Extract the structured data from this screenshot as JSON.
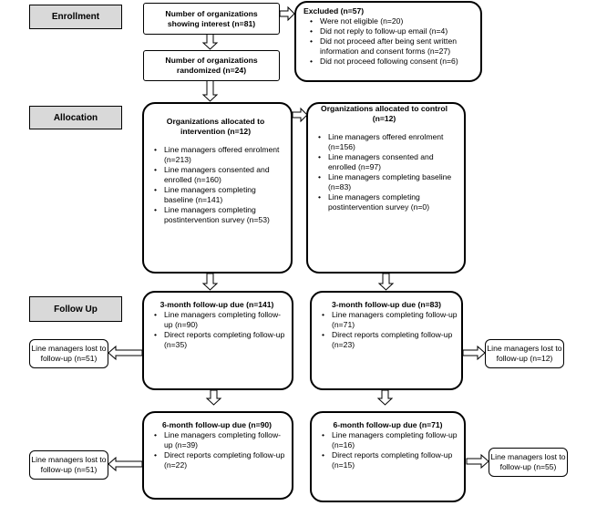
{
  "stages": {
    "enrollment": "Enrollment",
    "allocation": "Allocation",
    "follow_up": "Follow Up"
  },
  "enrollment": {
    "showing_interest": "Number of organizations showing interest (n=81)",
    "randomized": "Number of organizations randomized (n=24)",
    "excluded": {
      "title": "Excluded (n=57)",
      "items": [
        "Were not eligible (n=20)",
        "Did not reply to follow-up email (n=4)",
        "Did not proceed after being sent written information and consent forms (n=27)",
        "Did not proceed following consent (n=6)"
      ]
    }
  },
  "allocation": {
    "intervention": {
      "title": "Organizations allocated to intervention (n=12)",
      "items": [
        "Line managers offered enrolment (n=213)",
        "Line managers consented and enrolled (n=160)",
        "Line managers completing baseline (n=141)",
        "Line managers completing postintervention survey (n=53)"
      ]
    },
    "control": {
      "title": "Organizations allocated to control (n=12)",
      "items": [
        "Line managers offered enrolment (n=156)",
        "Line managers consented and enrolled (n=97)",
        "Line managers completing baseline (n=83)",
        "Line managers completing postintervention survey (n=0)"
      ]
    }
  },
  "follow_up": {
    "intervention_3m": {
      "title": "3-month follow-up due (n=141)",
      "items": [
        "Line managers completing follow-up (n=90)",
        "Direct reports completing follow-up (n=35)"
      ]
    },
    "control_3m": {
      "title": "3-month follow-up due (n=83)",
      "items": [
        "Line managers completing follow-up (n=71)",
        "Direct reports completing follow-up (n=23)"
      ]
    },
    "intervention_6m": {
      "title": "6-month follow-up due (n=90)",
      "items": [
        "Line managers completing follow-up (n=39)",
        "Direct reports completing follow-up (n=22)"
      ]
    },
    "control_6m": {
      "title": "6-month follow-up due (n=71)",
      "items": [
        "Line managers completing follow-up (n=16)",
        "Direct reports completing follow-up (n=15)"
      ]
    },
    "lost": {
      "intervention_3m": "Line managers lost to follow-up (n=51)",
      "control_3m": "Line managers lost to follow-up (n=12)",
      "intervention_6m": "Line managers lost to follow-up (n=51)",
      "control_6m": "Line managers lost to follow-up (n=55)"
    }
  }
}
